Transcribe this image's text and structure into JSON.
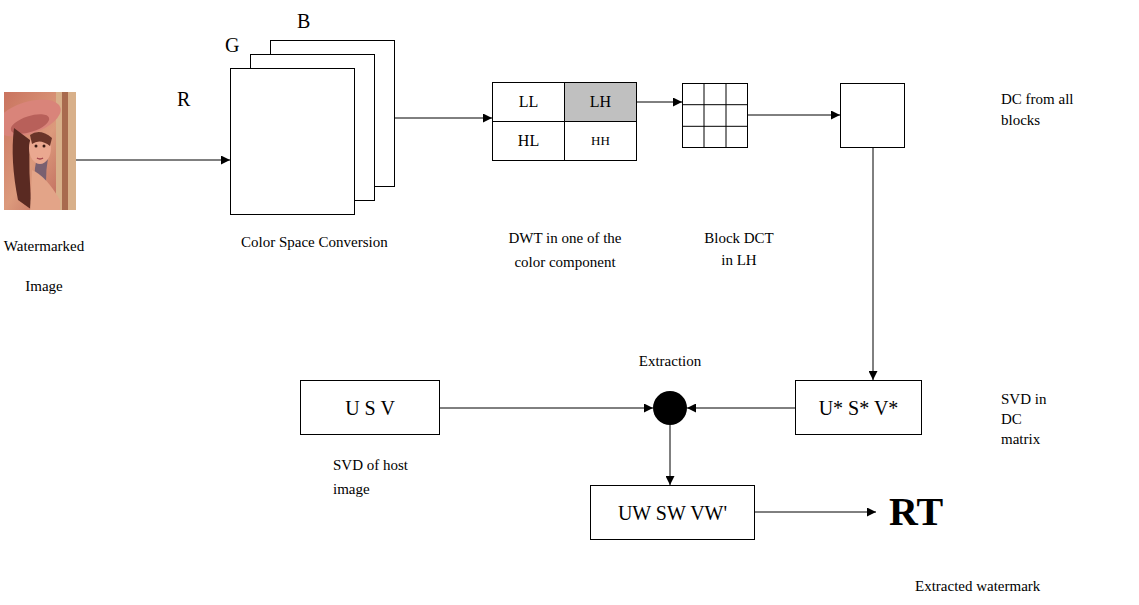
{
  "diagram": {
    "nodes": [
      {
        "text": [
          "Watermarked Image"
        ]
      },
      {
        "text": [
          "B"
        ]
      },
      {
        "text": [
          "G"
        ]
      },
      {
        "text": [
          "R",
          "Color Space Conversion"
        ]
      },
      {
        "text": [
          "DWT in one of the color component"
        ]
      },
      {
        "text": [
          "LL"
        ],
        "in": 4
      },
      {
        "text": [
          "LH"
        ],
        "in": 4
      },
      {
        "text": [
          "HL"
        ],
        "in": 4
      },
      {
        "text": [
          "HH"
        ],
        "in": 4
      },
      {
        "text": [
          "Block DCT in LH"
        ]
      },
      {
        "text": [
          "DC from all blocks"
        ]
      },
      {
        "text": [
          "U S V",
          "SVD of host image"
        ]
      },
      {
        "text": [
          "Extraction"
        ]
      },
      {
        "text": [
          "U* S* V*",
          "SVD in DC matrix"
        ]
      },
      {
        "text": [
          "UW SW VW'"
        ]
      },
      {
        "text": [
          "RT",
          "Extracted watermark"
        ]
      }
    ],
    "edges": [
      {
        "from": 0,
        "to": 3,
        "arrow": "to"
      },
      {
        "from": 1,
        "to": 4,
        "arrow": "to"
      },
      {
        "from": 6,
        "to": 9,
        "arrow": "to"
      },
      {
        "from": 9,
        "to": 10,
        "arrow": "to"
      },
      {
        "from": 10,
        "to": 13,
        "arrow": "to"
      },
      {
        "from": 11,
        "to": 12,
        "arrow": "to"
      },
      {
        "from": 13,
        "to": 12,
        "arrow": "to"
      },
      {
        "from": 12,
        "to": 14,
        "arrow": "to"
      },
      {
        "from": 14,
        "to": 15,
        "arrow": "to"
      }
    ]
  }
}
